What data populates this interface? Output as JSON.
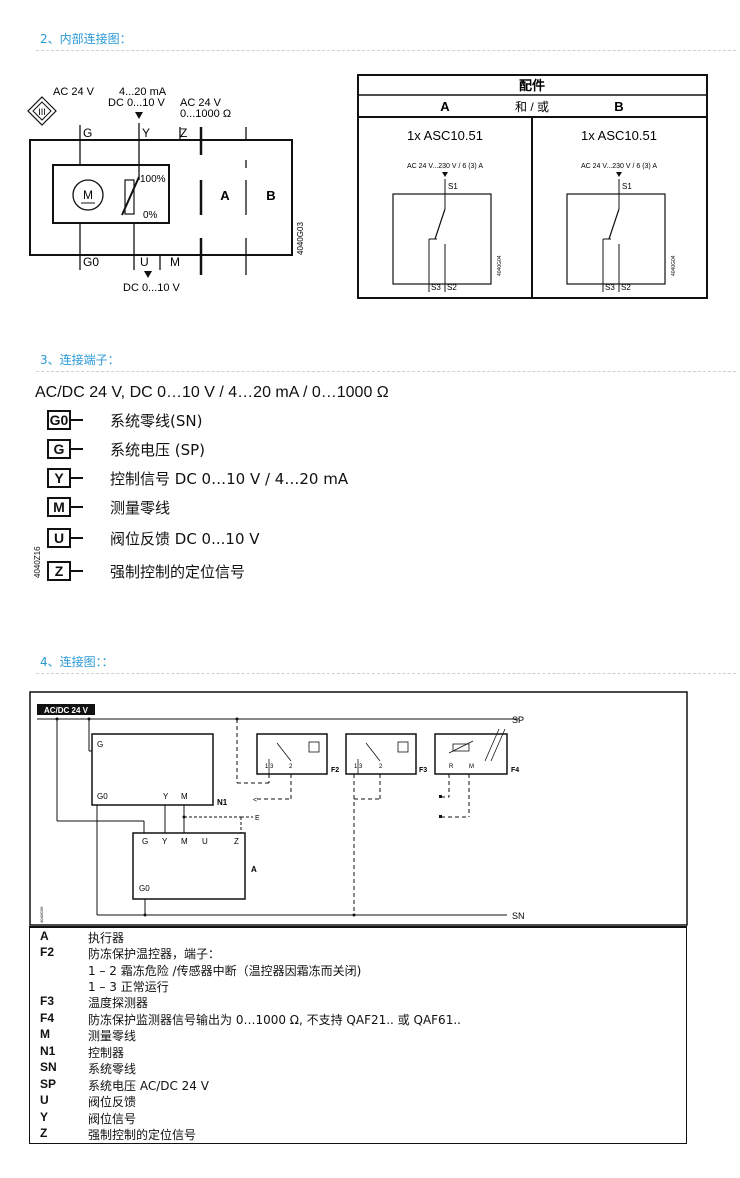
{
  "sections": {
    "internal": "2、内部连接图：",
    "terminals": "3、连接端子：",
    "wiring": "4、连接图：："
  },
  "internal_diagram": {
    "supply_label": "AC 24 V",
    "input_signal_label_1": "4...20 mA",
    "input_signal_label_2": "DC 0...10 V",
    "resistance_label_1": "AC 24 V",
    "resistance_label_2": "0...1000 Ω",
    "class_symbol": "III",
    "terminal_g": "G",
    "terminal_y": "Y",
    "terminal_z": "Z",
    "terminal_g0": "G0",
    "terminal_u": "U",
    "terminal_m": "M",
    "motor_label": "M",
    "pos_100": "100%",
    "pos_0": "0%",
    "slot_a": "A",
    "slot_b": "B",
    "feedback_label": "DC 0...10 V",
    "code": "4040G03"
  },
  "accessories": {
    "title": "配件",
    "col_a": "A",
    "and_or": "和 / 或",
    "col_b": "B",
    "model_a": "1x ASC10.51",
    "model_b": "1x ASC10.51",
    "rating_a": "AC 24 V...230 V / 6 (3) A",
    "rating_b": "AC 24 V...230 V / 6 (3) A",
    "s1": "S1",
    "s2": "S2",
    "s3": "S3",
    "code": "4040G04"
  },
  "terminals": {
    "header": "AC/DC 24 V, DC 0…10 V / 4…20 mA / 0…1000 Ω",
    "code": "4040Z16",
    "items": [
      {
        "key": "G0",
        "desc": "系统零线(SN)"
      },
      {
        "key": "G",
        "desc": "系统电压 (SP)"
      },
      {
        "key": "Y",
        "desc": "控制信号 DC 0…10 V / 4…20 mA"
      },
      {
        "key": "M",
        "desc": "测量零线"
      },
      {
        "key": "U",
        "desc": "阀位反馈 DC 0...10 V"
      },
      {
        "key": "Z",
        "desc": "强制控制的定位信号"
      }
    ]
  },
  "wiring": {
    "supply_tag": "AC/DC 24 V",
    "sp": "SP",
    "sn": "SN",
    "n1_g": "G",
    "n1_g0": "G0",
    "n1_y": "Y",
    "n1_m": "M",
    "n1_label": "N1",
    "a_g": "G",
    "a_y": "Y",
    "a_m": "M",
    "a_u": "U",
    "a_z": "Z",
    "a_g0": "G0",
    "a_label": "A",
    "f2_pins": "1  3",
    "f2_pin2": "2",
    "f2_label": "F2",
    "f3_pins": "1  3",
    "f3_pin2": "2",
    "f3_label": "F3",
    "f4_r": "R",
    "f4_m": "M",
    "f4_label": "F4",
    "code": "4040G06"
  },
  "legend": [
    {
      "key": "A",
      "val": "执行器"
    },
    {
      "key": "F2",
      "val": "防冻保护温控器，端子："
    },
    {
      "key": "",
      "val": "1 – 2 霜冻危险 /传感器中断（温控器因霜冻而关闭)"
    },
    {
      "key": "",
      "val": "1 – 3 正常运行"
    },
    {
      "key": "F3",
      "val": "温度探测器"
    },
    {
      "key": "F4",
      "val": "防冻保护监测器信号输出为 0…1000 Ω, 不支持 QAF21.. 或 QAF61.."
    },
    {
      "key": "M",
      "val": "测量零线"
    },
    {
      "key": "N1",
      "val": "控制器"
    },
    {
      "key": "SN",
      "val": "系统零线"
    },
    {
      "key": "SP",
      "val": "系统电压 AC/DC 24 V"
    },
    {
      "key": "U",
      "val": "阀位反馈"
    },
    {
      "key": "Y",
      "val": "阀位信号"
    },
    {
      "key": "Z",
      "val": "强制控制的定位信号"
    }
  ]
}
